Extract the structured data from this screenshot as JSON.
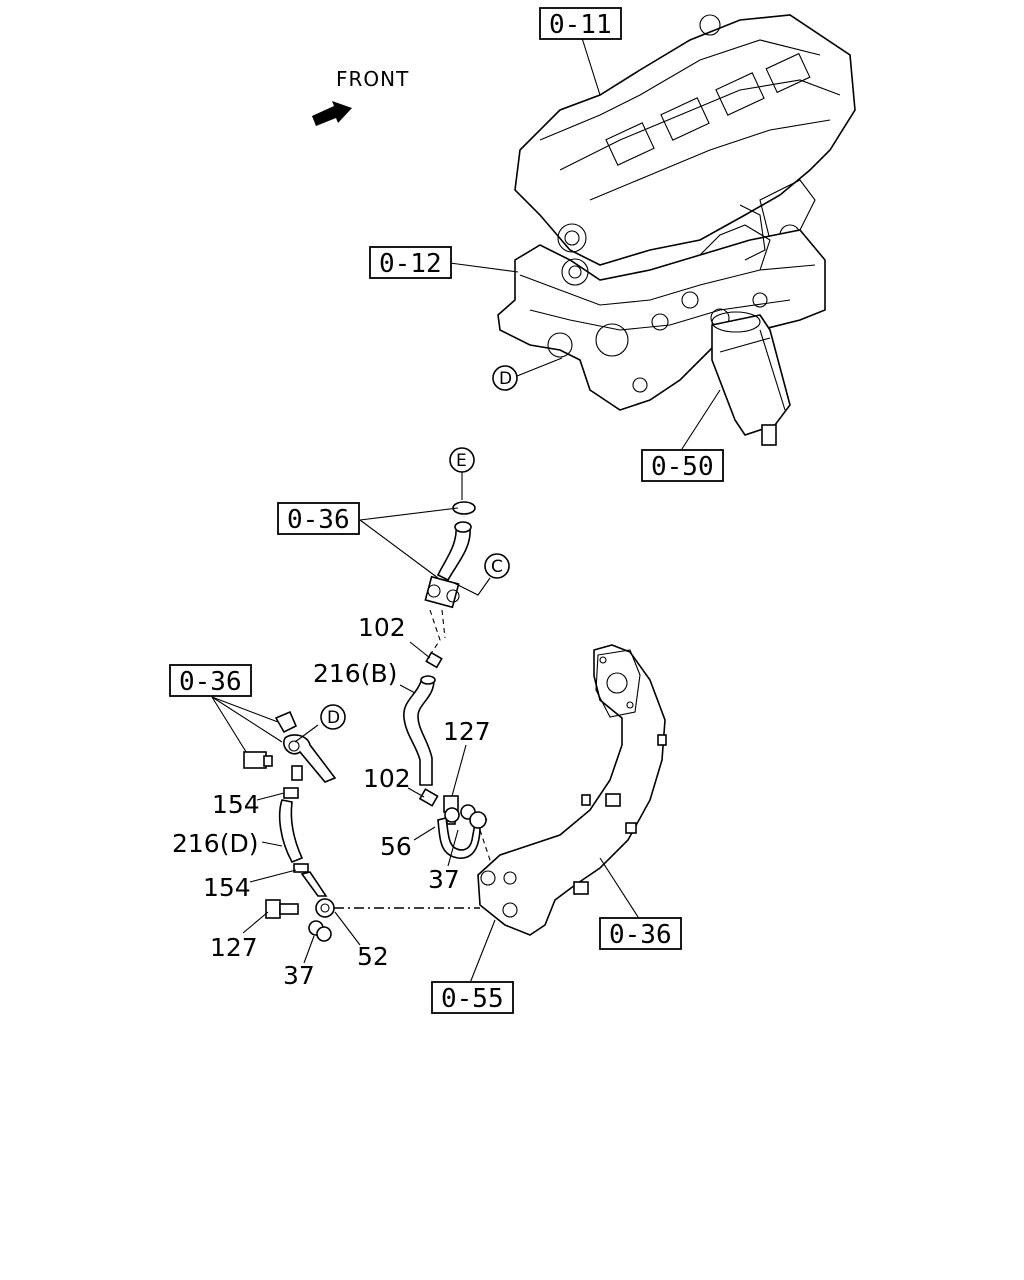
{
  "front_label": "FRONT",
  "refs": {
    "cylinder_head": "0-11",
    "cylinder_block": "0-12",
    "oil_filter": "0-50",
    "hose_upper": "0-36",
    "clip_assy": "0-36",
    "exhaust_pipe": "0-36",
    "joint_block": "0-55"
  },
  "circles": {
    "d_engine": "D",
    "e_top": "E",
    "c_hose": "C",
    "d_clip": "D"
  },
  "parts": {
    "p102_upper": "102",
    "p216b": "216(B)",
    "p127_mid": "127",
    "p102_lower": "102",
    "p56": "56",
    "p37_mid": "37",
    "p154_upper": "154",
    "p216d": "216(D)",
    "p154_lower": "154",
    "p127_lower": "127",
    "p52": "52",
    "p37_lower": "37"
  }
}
